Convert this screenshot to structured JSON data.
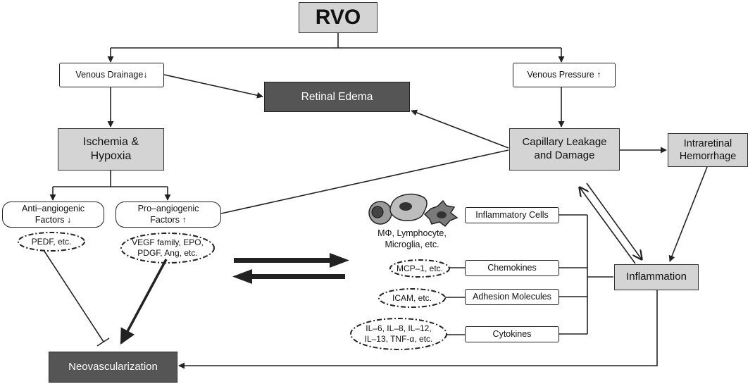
{
  "nodes": {
    "rvo": "RVO",
    "venous_drainage": "Venous Drainage↓",
    "venous_pressure": "Venous Pressure ↑",
    "retinal_edema": "Retinal Edema",
    "ischemia": "Ischemia &\nHypoxia",
    "capillary": "Capillary Leakage\nand Damage",
    "hemorrhage": "Intraretinal\nHemorrhage",
    "anti_angiogenic": "Anti–angiogenic\nFactors ↓",
    "pro_angiogenic": "Pro–angiogenic\nFactors ↑",
    "pedf": "PEDF, etc.",
    "vegf": "VEGF family, EPO,\nPDGF, Ang, etc.",
    "inflammatory_cells": "Inflammatory Cells",
    "cells_caption": "MΦ, Lymphocyte,\nMicroglia, etc.",
    "chemokines": "Chemokines",
    "mcp": "MCP–1, etc.",
    "adhesion": "Adhesion Molecules",
    "icam": "ICAM, etc.",
    "cytokines": "Cytokines",
    "interleukins": "IL–6, IL–8, IL–12,\nIL–13, TNF-α, etc.",
    "inflammation": "Inflammation",
    "neovascularization": "Neovascularization"
  },
  "colors": {
    "light_fill": "#d4d4d4",
    "dark_fill": "#555555",
    "line": "#222222"
  }
}
